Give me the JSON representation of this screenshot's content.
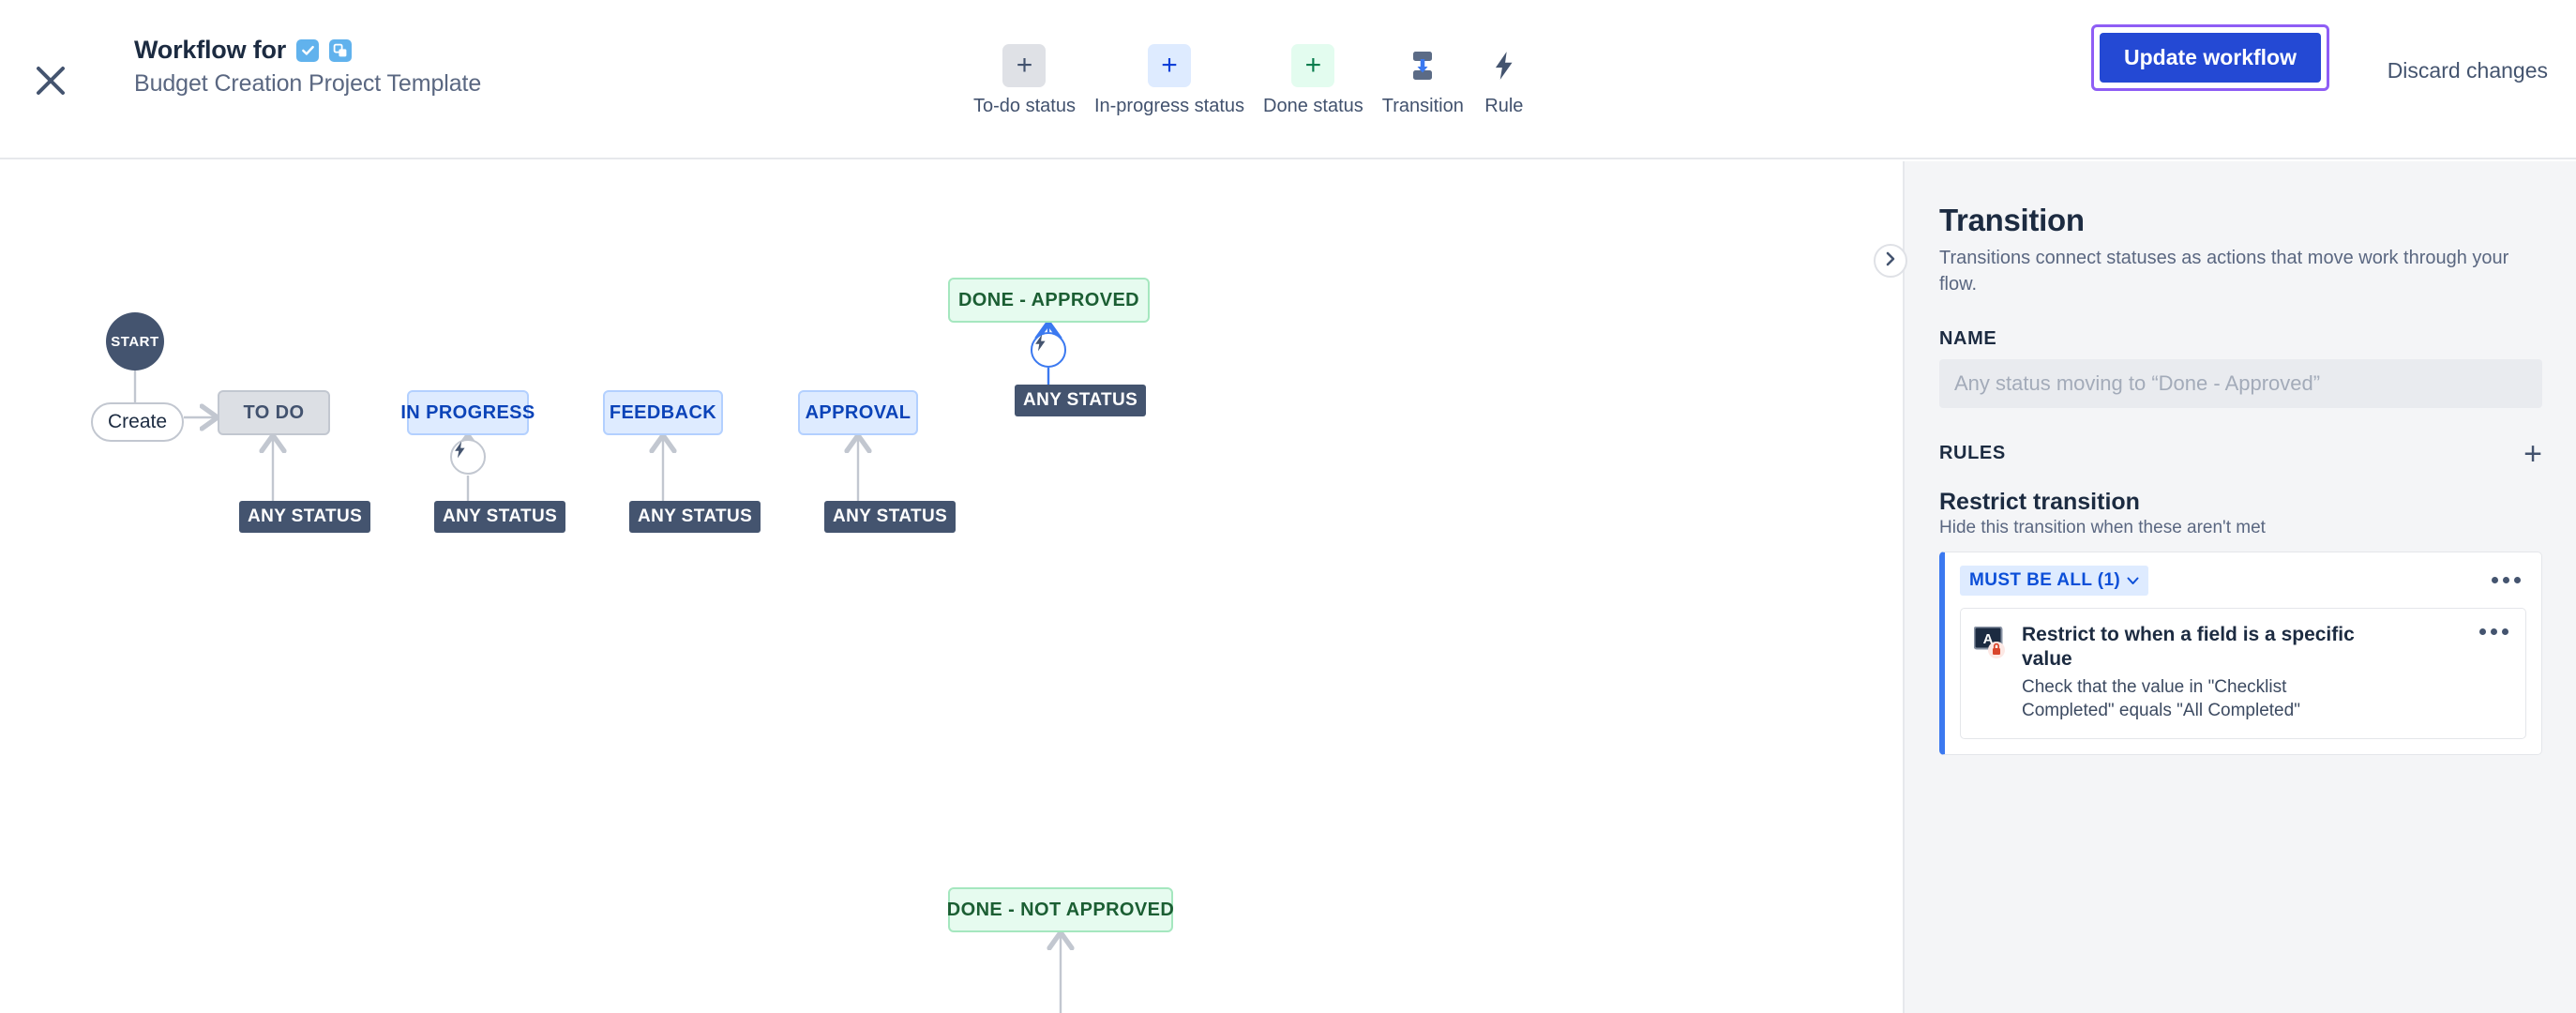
{
  "header": {
    "close_icon": "close-icon",
    "title_main": "Workflow for",
    "title_sub": "Budget Creation Project Template",
    "type_icons": [
      {
        "name": "task-type-icon",
        "glyph": "✔"
      },
      {
        "name": "subtask-type-icon",
        "glyph": "⧉"
      }
    ],
    "toolbar": [
      {
        "name": "add-todo-status",
        "icon": "plus-icon",
        "glyph": "+",
        "label": "To-do status",
        "variant": "todo"
      },
      {
        "name": "add-inprogress-status",
        "icon": "plus-icon",
        "glyph": "+",
        "label": "In-progress status",
        "variant": "inprog"
      },
      {
        "name": "add-done-status",
        "icon": "plus-icon",
        "glyph": "+",
        "label": "Done status",
        "variant": "done"
      },
      {
        "name": "add-transition",
        "icon": "transition-icon",
        "glyph": "",
        "label": "Transition",
        "variant": "plain"
      },
      {
        "name": "add-rule",
        "icon": "lightning-bolt-icon",
        "glyph": "",
        "label": "Rule",
        "variant": "plain"
      }
    ],
    "update_label": "Update workflow",
    "discard_label": "Discard changes",
    "focus_ring_color": "#8f5ef5",
    "primary_color": "#2449d4"
  },
  "canvas": {
    "start_label": "START",
    "create_label": "Create",
    "any_status_label": "ANY STATUS",
    "nodes": [
      {
        "label": "TO DO",
        "variant": "todo"
      },
      {
        "label": "IN PROGRESS",
        "variant": "inprog"
      },
      {
        "label": "FEEDBACK",
        "variant": "inprog"
      },
      {
        "label": "APPROVAL",
        "variant": "inprog"
      },
      {
        "label": "DONE - APPROVED",
        "variant": "done"
      },
      {
        "label": "DONE - NOT APPROVED",
        "variant": "done"
      }
    ],
    "collapse_icon": "chevron-right-icon",
    "selected_edge_color": "#3b79f0",
    "edge_color": "#c2c7d0"
  },
  "panel": {
    "title": "Transition",
    "description": "Transitions connect statuses as actions that move work through your flow.",
    "name_label": "NAME",
    "name_placeholder": "Any status moving to “Done - Approved”",
    "name_value": "",
    "rules_label": "RULES",
    "add_rule_glyph": "+",
    "rule_group_title": "Restrict transition",
    "rule_group_sub": "Hide this transition when these aren't met",
    "must_chip_label": "MUST BE ALL (1)",
    "must_chip_chevron": "⌄",
    "rule_item": {
      "icon": "text-field-locked-icon",
      "icon_glyph": "A",
      "lock_icon": "lock-icon",
      "name": "Restrict to when a field is a specific value",
      "detail": "Check that the value in \"Checklist Completed\" equals \"All Completed\""
    },
    "accent_color": "#3b79f0"
  }
}
